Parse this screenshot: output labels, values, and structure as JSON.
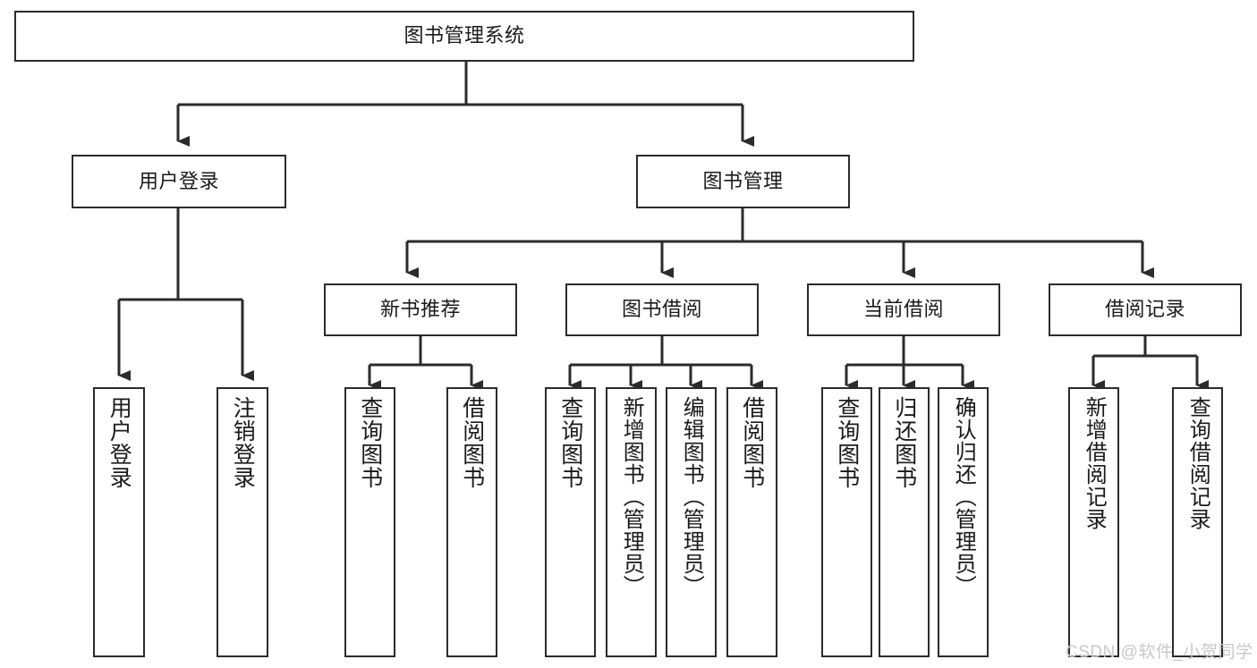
{
  "diagram": {
    "title_node": {
      "label": "图书管理系统"
    },
    "level2": [
      {
        "label": "用户登录"
      },
      {
        "label": "图书管理"
      }
    ],
    "level3": [
      {
        "label": "新书推荐"
      },
      {
        "label": "图书借阅"
      },
      {
        "label": "当前借阅"
      },
      {
        "label": "借阅记录"
      }
    ],
    "leaves": {
      "user_login": [
        {
          "label": "用户登录"
        },
        {
          "label": "注销登录"
        }
      ],
      "new_book_recommend": [
        {
          "label": "查询图书"
        },
        {
          "label": "借阅图书"
        }
      ],
      "book_borrow": [
        {
          "label": "查询图书"
        },
        {
          "label": "新增图书（管理员）"
        },
        {
          "label": "编辑图书（管理员）"
        },
        {
          "label": "借阅图书"
        }
      ],
      "current_borrow": [
        {
          "label": "查询图书"
        },
        {
          "label": "归还图书"
        },
        {
          "label": "确认归还（管理员）"
        }
      ],
      "borrow_record": [
        {
          "label": "新增借阅记录"
        },
        {
          "label": "查询借阅记录"
        }
      ]
    }
  },
  "watermark": {
    "text": "CSDN @软件_小贺同学"
  },
  "colors": {
    "stroke": "#2b2b2b",
    "background": "#ffffff",
    "text": "#1a1a1a",
    "watermark": "#c9c9c9"
  }
}
